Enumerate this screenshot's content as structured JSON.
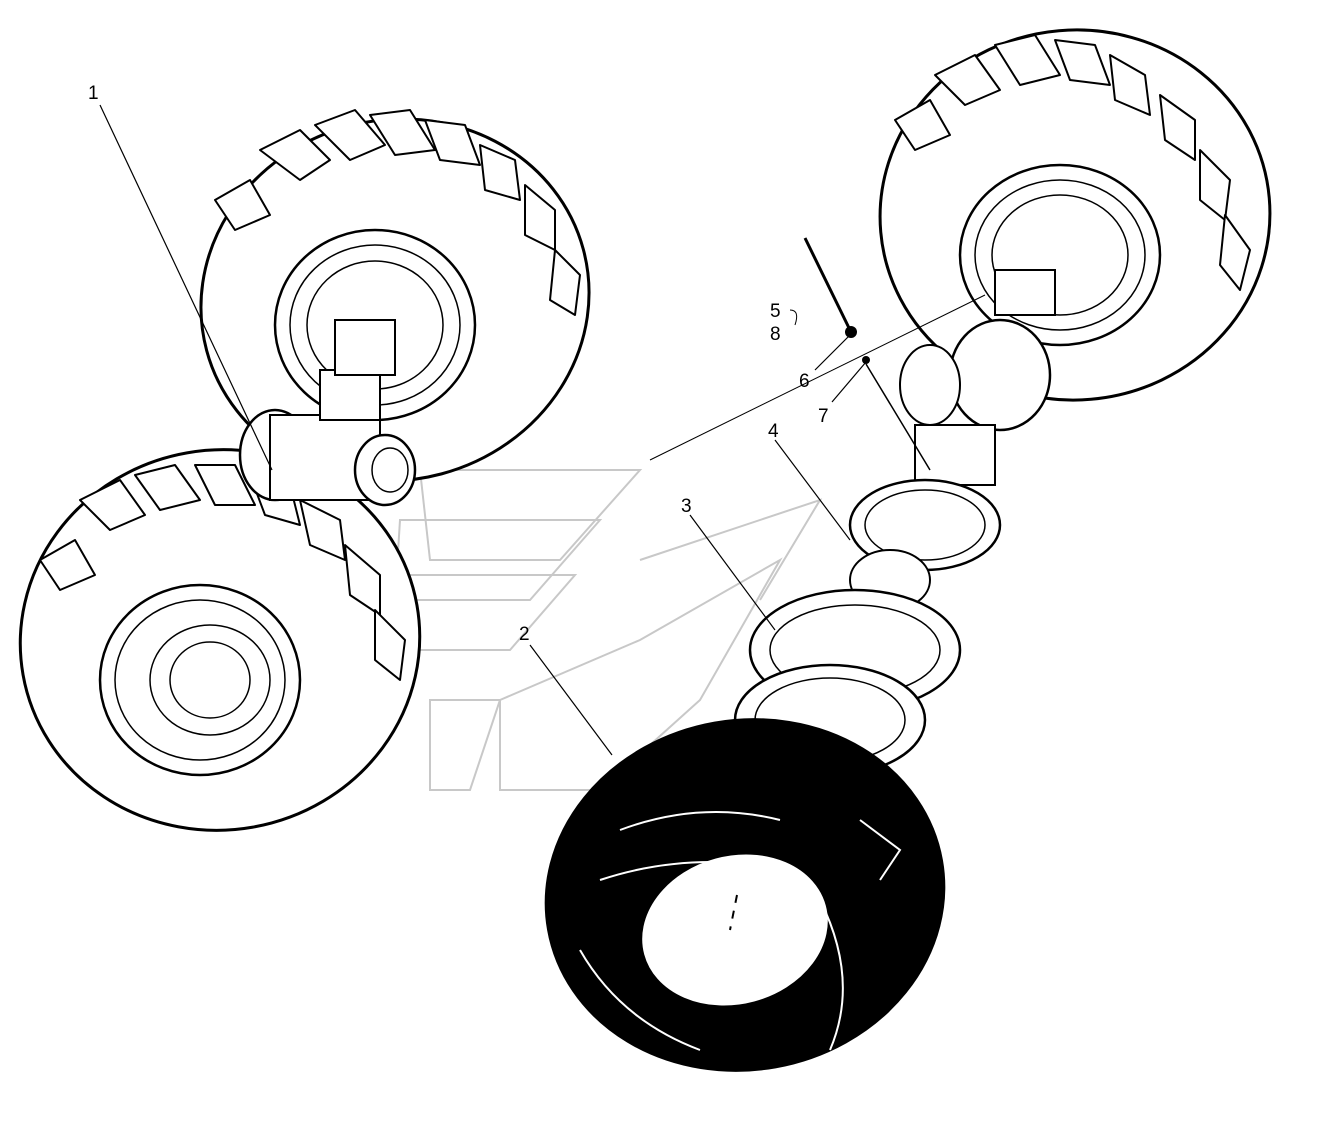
{
  "callouts": [
    {
      "id": "1",
      "label": "1"
    },
    {
      "id": "2",
      "label": "2"
    },
    {
      "id": "3",
      "label": "3"
    },
    {
      "id": "4",
      "label": "4"
    },
    {
      "id": "5",
      "label": "5"
    },
    {
      "id": "8",
      "label": "8"
    },
    {
      "id": "6",
      "label": "6"
    },
    {
      "id": "7",
      "label": "7"
    }
  ],
  "colors": {
    "ink": "#000000",
    "paper": "#ffffff",
    "watermark": "#c8c8c8"
  }
}
